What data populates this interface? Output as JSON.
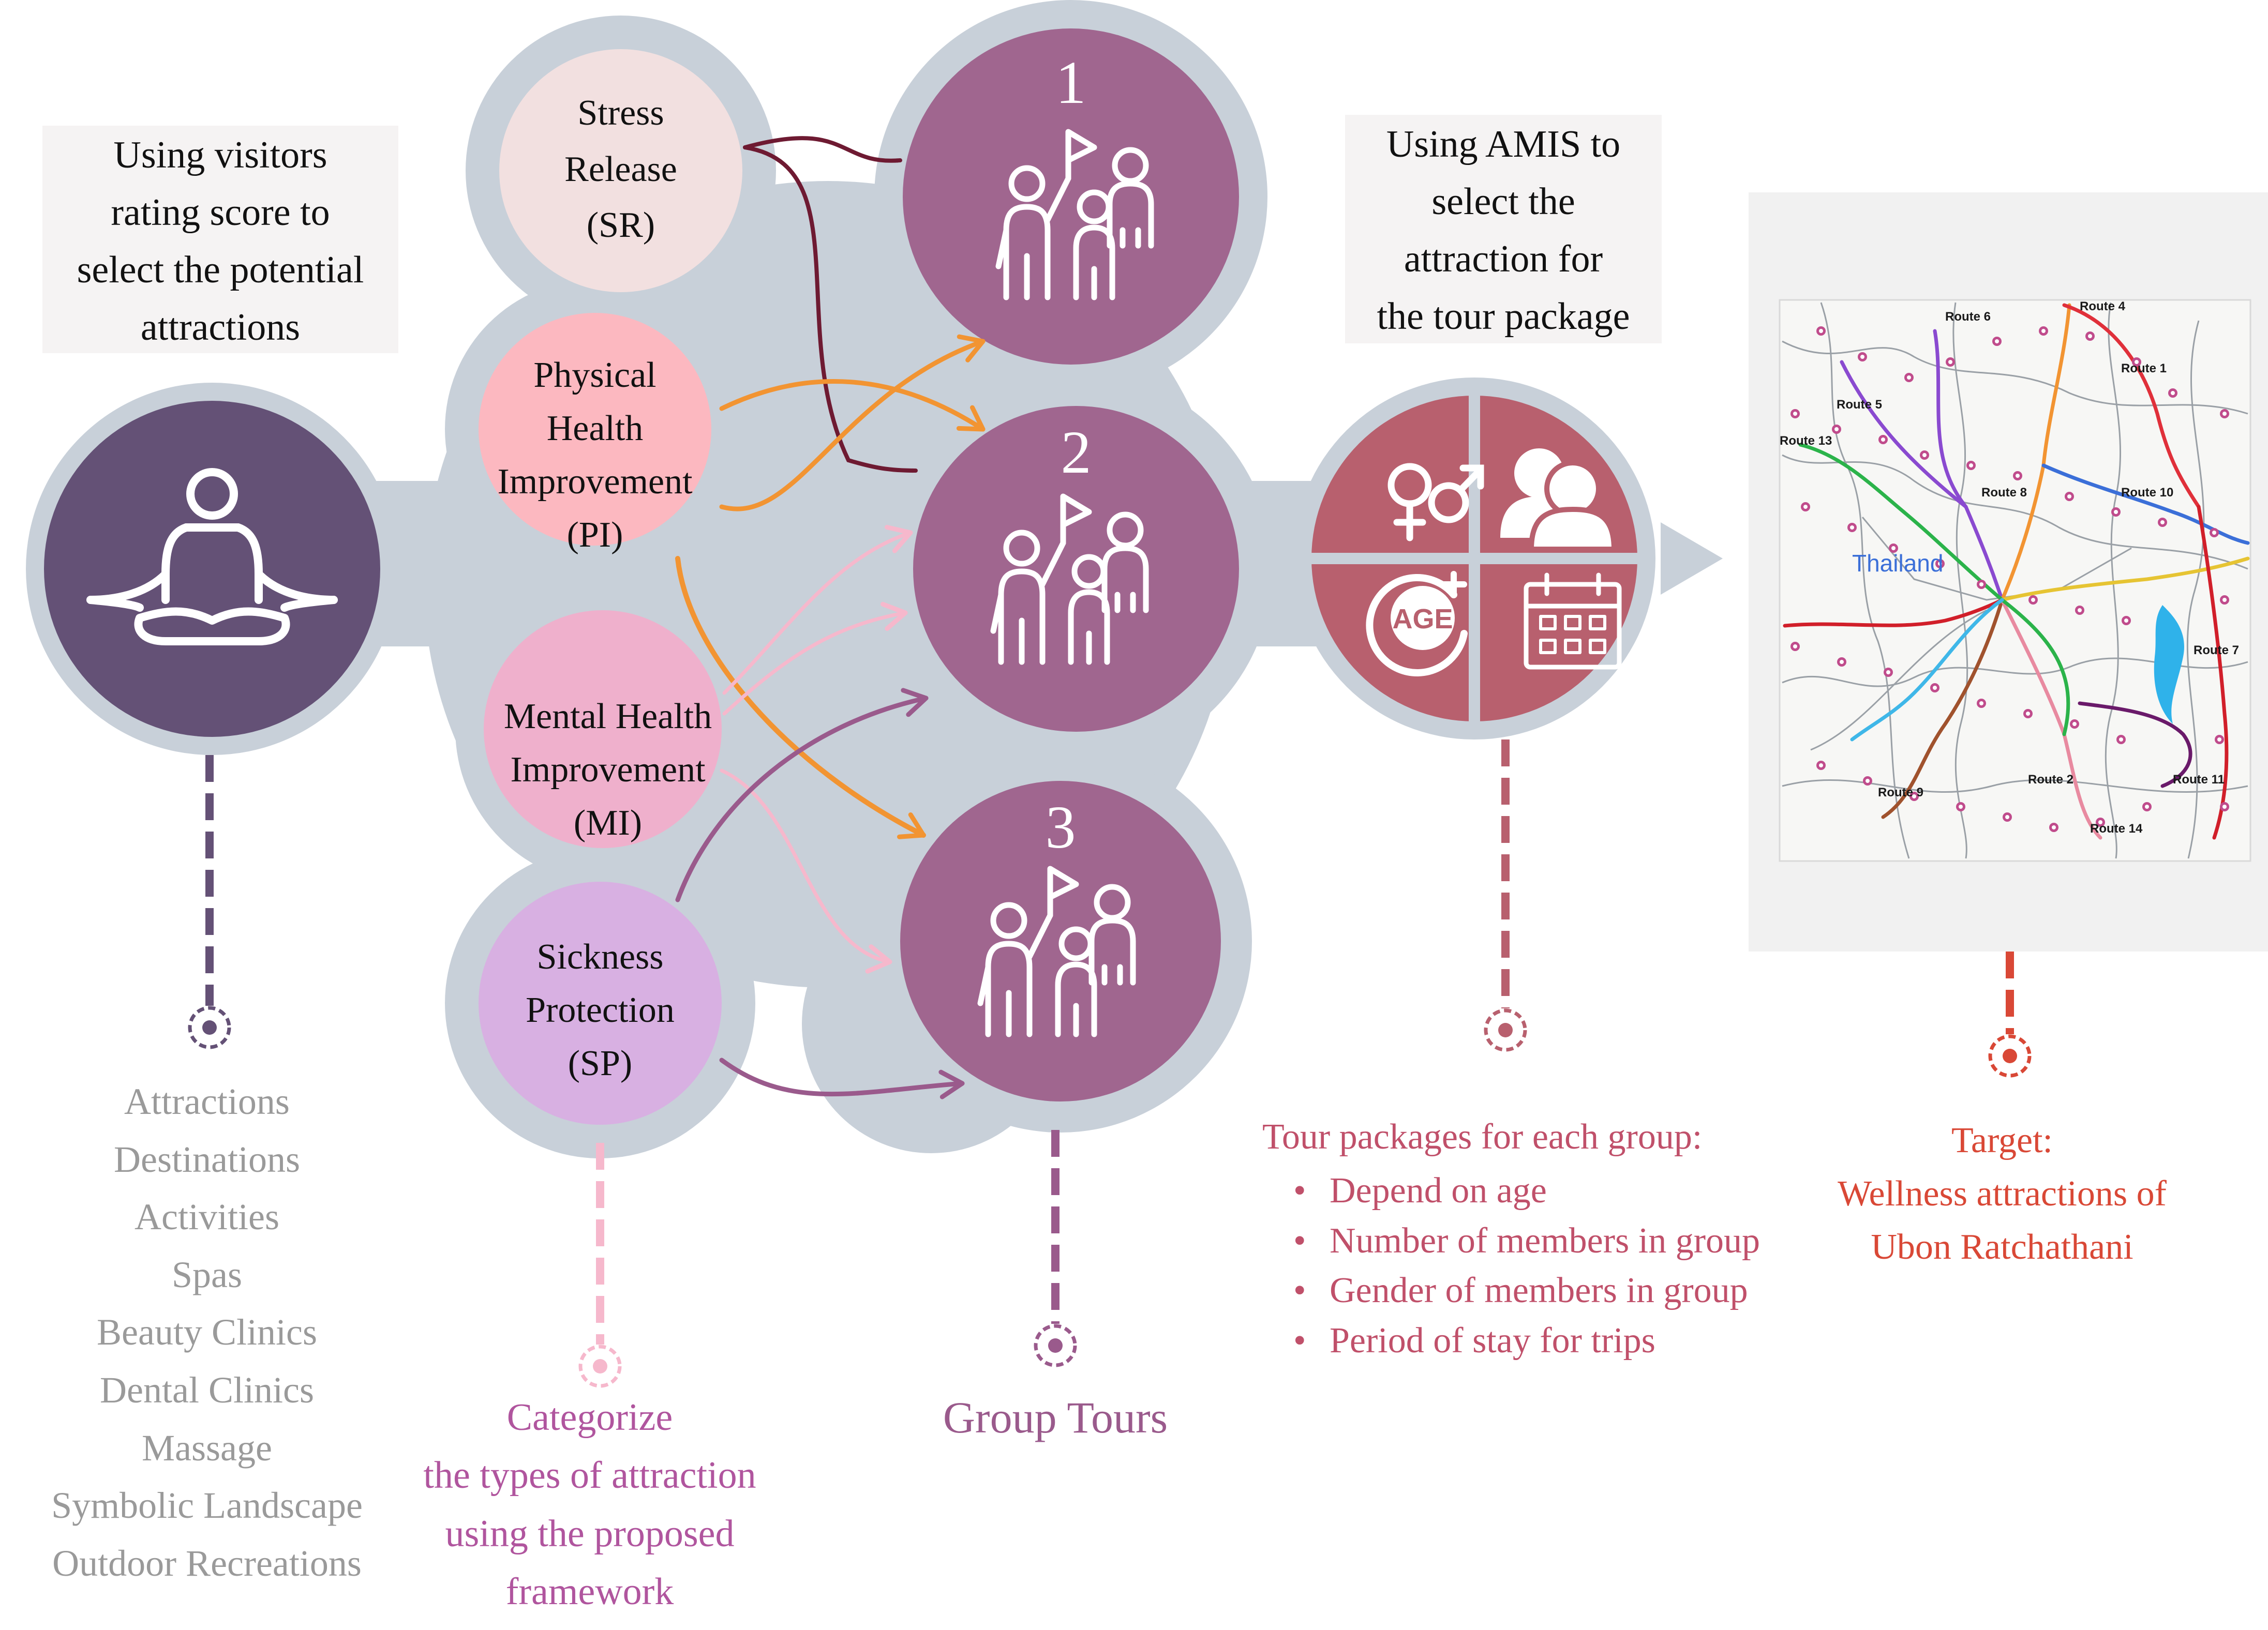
{
  "colors": {
    "frame": "#c8d0d9",
    "meditation": "#645176",
    "group_circle": "#a0668f",
    "stress_release": "#f2e0e0",
    "physical_health": "#fcb8c0",
    "mental_health": "#efb0cc",
    "sickness_protection": "#d8b0e2",
    "criteria": "#b8606e",
    "dark_arrow": "#6e1a32",
    "orange_arrow": "#f29432",
    "pink_arrow": "#f6b8cc",
    "purple_arrow": "#9a5a8c",
    "grey_text": "#9a9a9a",
    "magenta_text": "#b0559e",
    "rose_text": "#c0506a",
    "red_text": "#d94836"
  },
  "icons": {
    "meditation": "meditation-icon",
    "group": "tour-group-icon",
    "gender": "gender-icon",
    "members": "members-icon",
    "age": "age-icon",
    "calendar": "calendar-icon",
    "map": "route-map"
  },
  "step1": {
    "heading": [
      "Using visitors",
      "rating score to",
      "select the potential",
      "attractions"
    ],
    "items": [
      "Attractions",
      "Destinations",
      "Activities",
      "Spas",
      "Beauty Clinics",
      "Dental Clinics",
      "Massage",
      "Symbolic Landscape",
      "Outdoor Recreations"
    ]
  },
  "step2": {
    "categories": [
      {
        "key": "sr",
        "lines": [
          "Stress",
          "Release",
          "(SR)"
        ]
      },
      {
        "key": "pi",
        "lines": [
          "Physical",
          "Health",
          "Improvement",
          "(PI)"
        ]
      },
      {
        "key": "mi",
        "lines": [
          "Mental Health",
          "Improvement",
          "(MI)"
        ]
      },
      {
        "key": "sp",
        "lines": [
          "Sickness",
          "Protection",
          "(SP)"
        ]
      }
    ],
    "caption": [
      "Categorize",
      "the types of attraction",
      "using the proposed",
      "framework"
    ]
  },
  "step3": {
    "groups": [
      "1",
      "2",
      "3"
    ],
    "caption": "Group Tours"
  },
  "step4": {
    "heading": [
      "Using AMIS to",
      "select the",
      "attraction for",
      "the tour package"
    ],
    "criteria_icons": [
      "gender-icon",
      "members-icon",
      "age-icon",
      "calendar-icon"
    ],
    "age_badge": "AGE",
    "caption_title": "Tour packages for each group:",
    "bullets": [
      "Depend on age",
      "Number of members in group",
      "Gender of members in group",
      "Period of stay for trips"
    ]
  },
  "step5": {
    "map_country_label": "Thailand",
    "map_route_labels": [
      "Route 4",
      "Route 6",
      "Route 1",
      "Route 5",
      "Route 13",
      "Route 8",
      "Route 10",
      "Route 7",
      "Route 2",
      "Route 11",
      "Route 9",
      "Route 14"
    ],
    "caption": [
      "Target:",
      "Wellness attractions of",
      "Ubon Ratchathani"
    ]
  }
}
